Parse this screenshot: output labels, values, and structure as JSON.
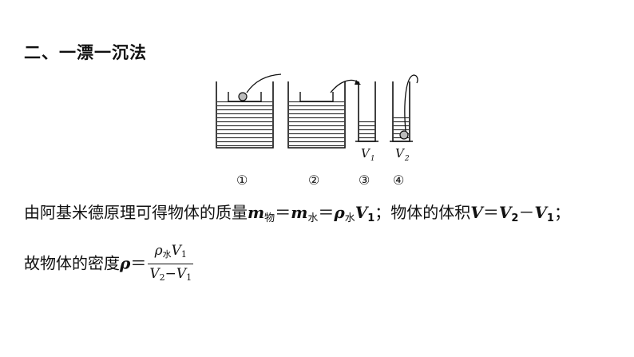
{
  "section_title": "二、一漂一沉法",
  "figure": {
    "steps": [
      "①",
      "②",
      "③",
      "④"
    ],
    "cylinder_labels": [
      {
        "symbol": "V",
        "sub": "1"
      },
      {
        "symbol": "V",
        "sub": "2"
      }
    ]
  },
  "text": {
    "line1_prefix": "由阿基米德原理可得物体的质量",
    "m": "m",
    "sub_wu": "物",
    "eq": "＝",
    "sub_shui": "水",
    "rho": "ρ",
    "V": "V",
    "one": "1",
    "two": "2",
    "semicolon": "；",
    "volume_text": "物体的体积",
    "minus": "－",
    "line2_prefix": "故物体的密度",
    "frac_minus": "−"
  }
}
